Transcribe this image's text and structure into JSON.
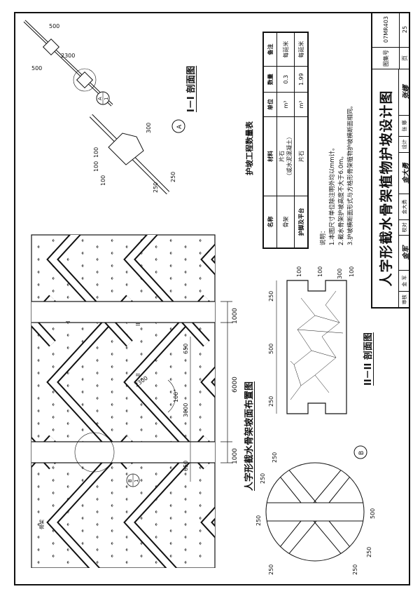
{
  "plan": {
    "title": "人字形截水骨架坡面布置图",
    "dims": {
      "strip_a": "1000",
      "middle": "6000",
      "strip_b": "1000",
      "side_left": "650",
      "span": "3000",
      "side_right": "650",
      "arm": "2300",
      "angle": "100°"
    },
    "section_marks": {
      "two": "II",
      "one": "I"
    },
    "callout_b": {
      "letter": "B",
      "sheet": "1"
    },
    "skeleton_label": "骨架"
  },
  "section_1": {
    "title": "I－I 剖面图",
    "dims": [
      "500",
      "2300",
      "500"
    ],
    "callout": {
      "letter": "A",
      "sheet": "1"
    }
  },
  "detail_a": {
    "letter": "A",
    "dims": [
      "100",
      "100",
      "100",
      "300",
      "250",
      "250"
    ]
  },
  "section_2": {
    "title": "II－II 剖面图",
    "dims": [
      "250",
      "500",
      "250",
      "100",
      "100",
      "300",
      "100"
    ]
  },
  "detail_b": {
    "letter": "B",
    "dims": [
      "250",
      "250",
      "250",
      "500",
      "250",
      "250",
      "250"
    ]
  },
  "quantity_table": {
    "title": "护坡工程数量表",
    "headers": [
      "名称",
      "材料",
      "单位",
      "数量",
      "备注"
    ],
    "rows": [
      {
        "name": "骨架",
        "material": "片石",
        "material_note": "（或水泥混凝土）",
        "unit": "m³",
        "qty": "0.3",
        "note": "每延米"
      },
      {
        "name": "护脚及平台",
        "material": "片石",
        "material_note": "",
        "unit": "m³",
        "qty": "1.99",
        "note": "每延米"
      }
    ]
  },
  "notes": {
    "heading": "说明：",
    "items": [
      "1.本图尺寸单位除注明外均以mm计。",
      "2.截水骨架护坡高度不大于6.0m。",
      "3.护坡横断面形式与方格形骨架植物护坡横断面相同。"
    ]
  },
  "title_block": {
    "title": "人字形截水骨架植物护坡设计图",
    "atlas_label": "图集号",
    "atlas_no": "07MR403",
    "page_label": "页",
    "page_no": "25",
    "roles": [
      {
        "role": "审核",
        "name": "金 军",
        "signature": "金军"
      },
      {
        "role": "校对",
        "name": "金大勇",
        "signature": "金大勇"
      },
      {
        "role": "设计",
        "name": "张 娜",
        "signature": "张娜"
      }
    ]
  }
}
